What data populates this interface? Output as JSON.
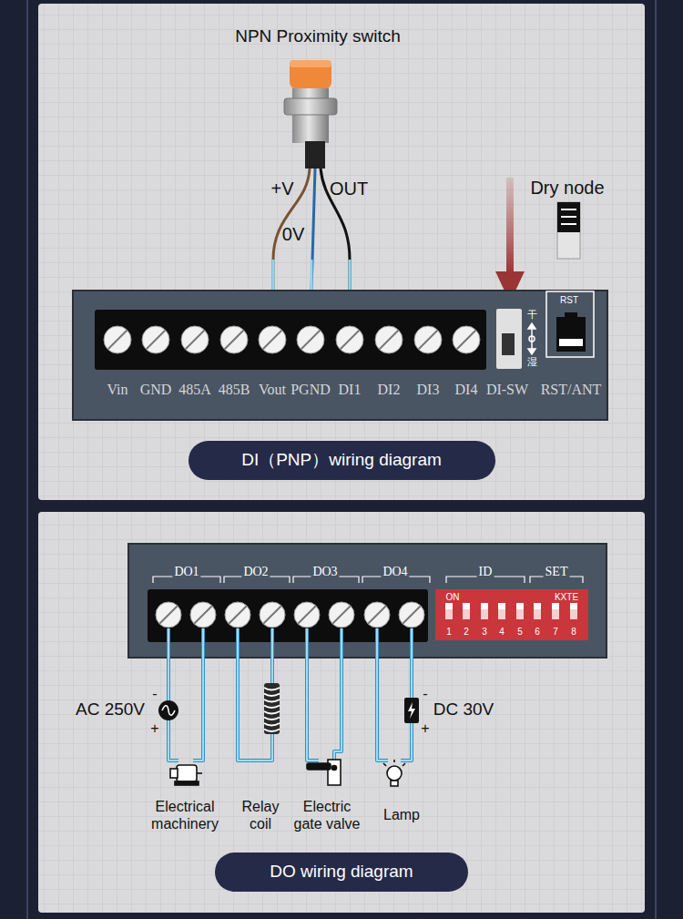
{
  "diagram": {
    "nodes": [
      {
        "text": [
          "DI（PNP）wiring diagram"
        ]
      },
      {
        "text": [
          "DO wiring diagram"
        ]
      }
    ],
    "labels": [
      "NPN Proximity switch",
      "+V",
      "0V",
      "OUT",
      "Dry node",
      "RST",
      "干",
      "湿",
      "Vin",
      "GND",
      "485A",
      "485B",
      "Vout",
      "PGND",
      "DI1",
      "DI2",
      "DI3",
      "DI4",
      "DI-SW",
      "RST/ANT",
      "DO1",
      "DO2",
      "DO3",
      "DO4",
      "ID",
      "SET",
      "ON",
      "KXTE",
      "1",
      "2",
      "3",
      "4",
      "5",
      "6",
      "7",
      "8",
      "AC 250V",
      "-",
      "+",
      "DC 30V",
      "-",
      "+",
      "Electrical machinery",
      "Relay coil",
      "Electric gate valve",
      "Lamp"
    ]
  }
}
